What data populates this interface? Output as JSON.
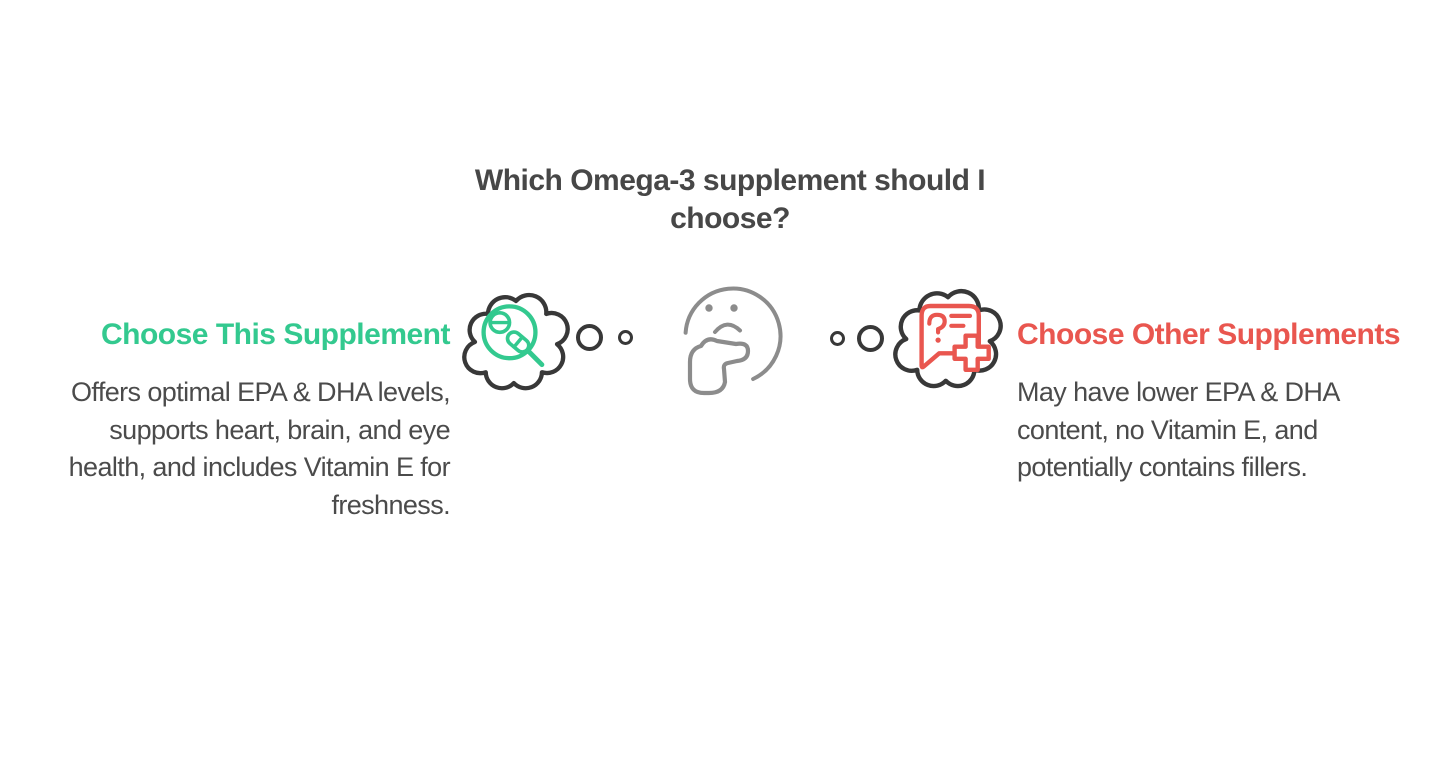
{
  "title": "Which Omega-3 supplement should I choose?",
  "left_option": {
    "heading": "Choose This Supplement",
    "description": "Offers optimal EPA & DHA levels, supports heart, brain, and eye health, and includes Vitamin E for freshness."
  },
  "right_option": {
    "heading": "Choose Other Supplements",
    "description": "May have lower EPA & DHA content, no Vitamin E, and potentially contains fillers."
  },
  "icons": {
    "center": "thinking-face-icon",
    "left_bubble": "pill-magnifier-icon",
    "right_bubble": "question-medical-cross-icon"
  },
  "colors": {
    "heading_green": "#33C98F",
    "heading_red": "#E9564F",
    "title_gray": "#474747",
    "body_gray": "#4B4B4B",
    "bubble_outline": "#383838",
    "face_outline": "#8C8C8C",
    "background": "#FFFFFF"
  }
}
